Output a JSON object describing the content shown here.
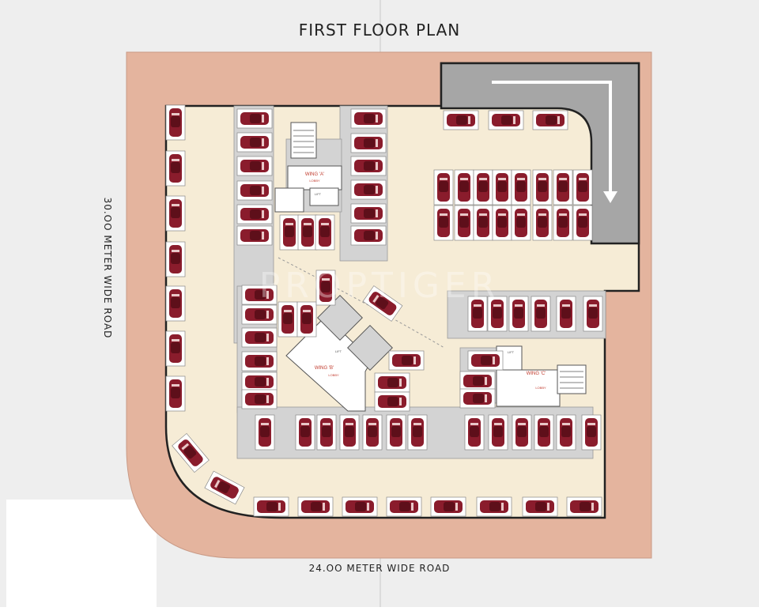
{
  "title": "FIRST FLOOR PLAN",
  "roads": {
    "left": "30.OO METER WIDE ROAD",
    "bottom": "24.OO METER WIDE ROAD"
  },
  "watermark": "PROPTIGER",
  "wings": {
    "a": {
      "name": "WING 'A'",
      "lobby": "LOBBY"
    },
    "b": {
      "name": "WING 'B'",
      "lobby": "LOBBY"
    },
    "c": {
      "name": "WING 'C'",
      "lobby": "LOBBY"
    }
  },
  "lift_label": "LIFT",
  "colors": {
    "setback": "#e4b49e",
    "floor": "#f6ecd6",
    "parking_strip": "#d3d3d3",
    "ramp": "#a6a6a6",
    "car": "#8a1c2c",
    "road": "#eeeeee",
    "outline": "#222222"
  }
}
